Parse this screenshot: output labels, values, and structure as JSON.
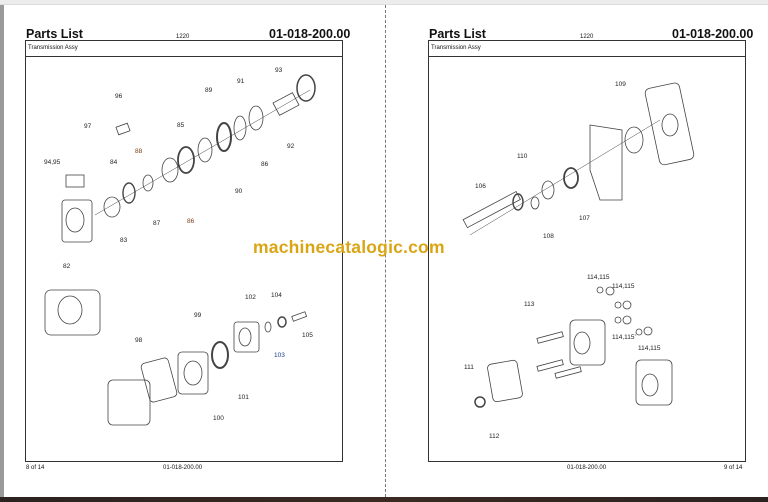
{
  "left_page": {
    "title": "Parts List",
    "model_code": "1220",
    "doc_number": "01-018-200.00",
    "section": "Transmission Assy",
    "footer_page": "8 of 14",
    "footer_doc": "01-018-200.00",
    "callouts": [
      "96",
      "97",
      "85",
      "89",
      "91",
      "93",
      "94,95",
      "84",
      "88",
      "92",
      "86",
      "90",
      "87",
      "86",
      "83",
      "82",
      "102",
      "104",
      "99",
      "105",
      "98",
      "103",
      "101",
      "100"
    ]
  },
  "right_page": {
    "title": "Parts List",
    "model_code": "1220",
    "doc_number": "01-018-200.00",
    "section": "Transmission Assy",
    "footer_page": "9 of 14",
    "footer_doc": "01-018-200.00",
    "callouts": [
      "109",
      "110",
      "106",
      "107",
      "108",
      "114,115",
      "114,115",
      "113",
      "114,115'",
      "114,115",
      "111",
      "112"
    ]
  },
  "watermark": "machinecatalogic.com",
  "colors": {
    "watermark": "#d9a514"
  }
}
